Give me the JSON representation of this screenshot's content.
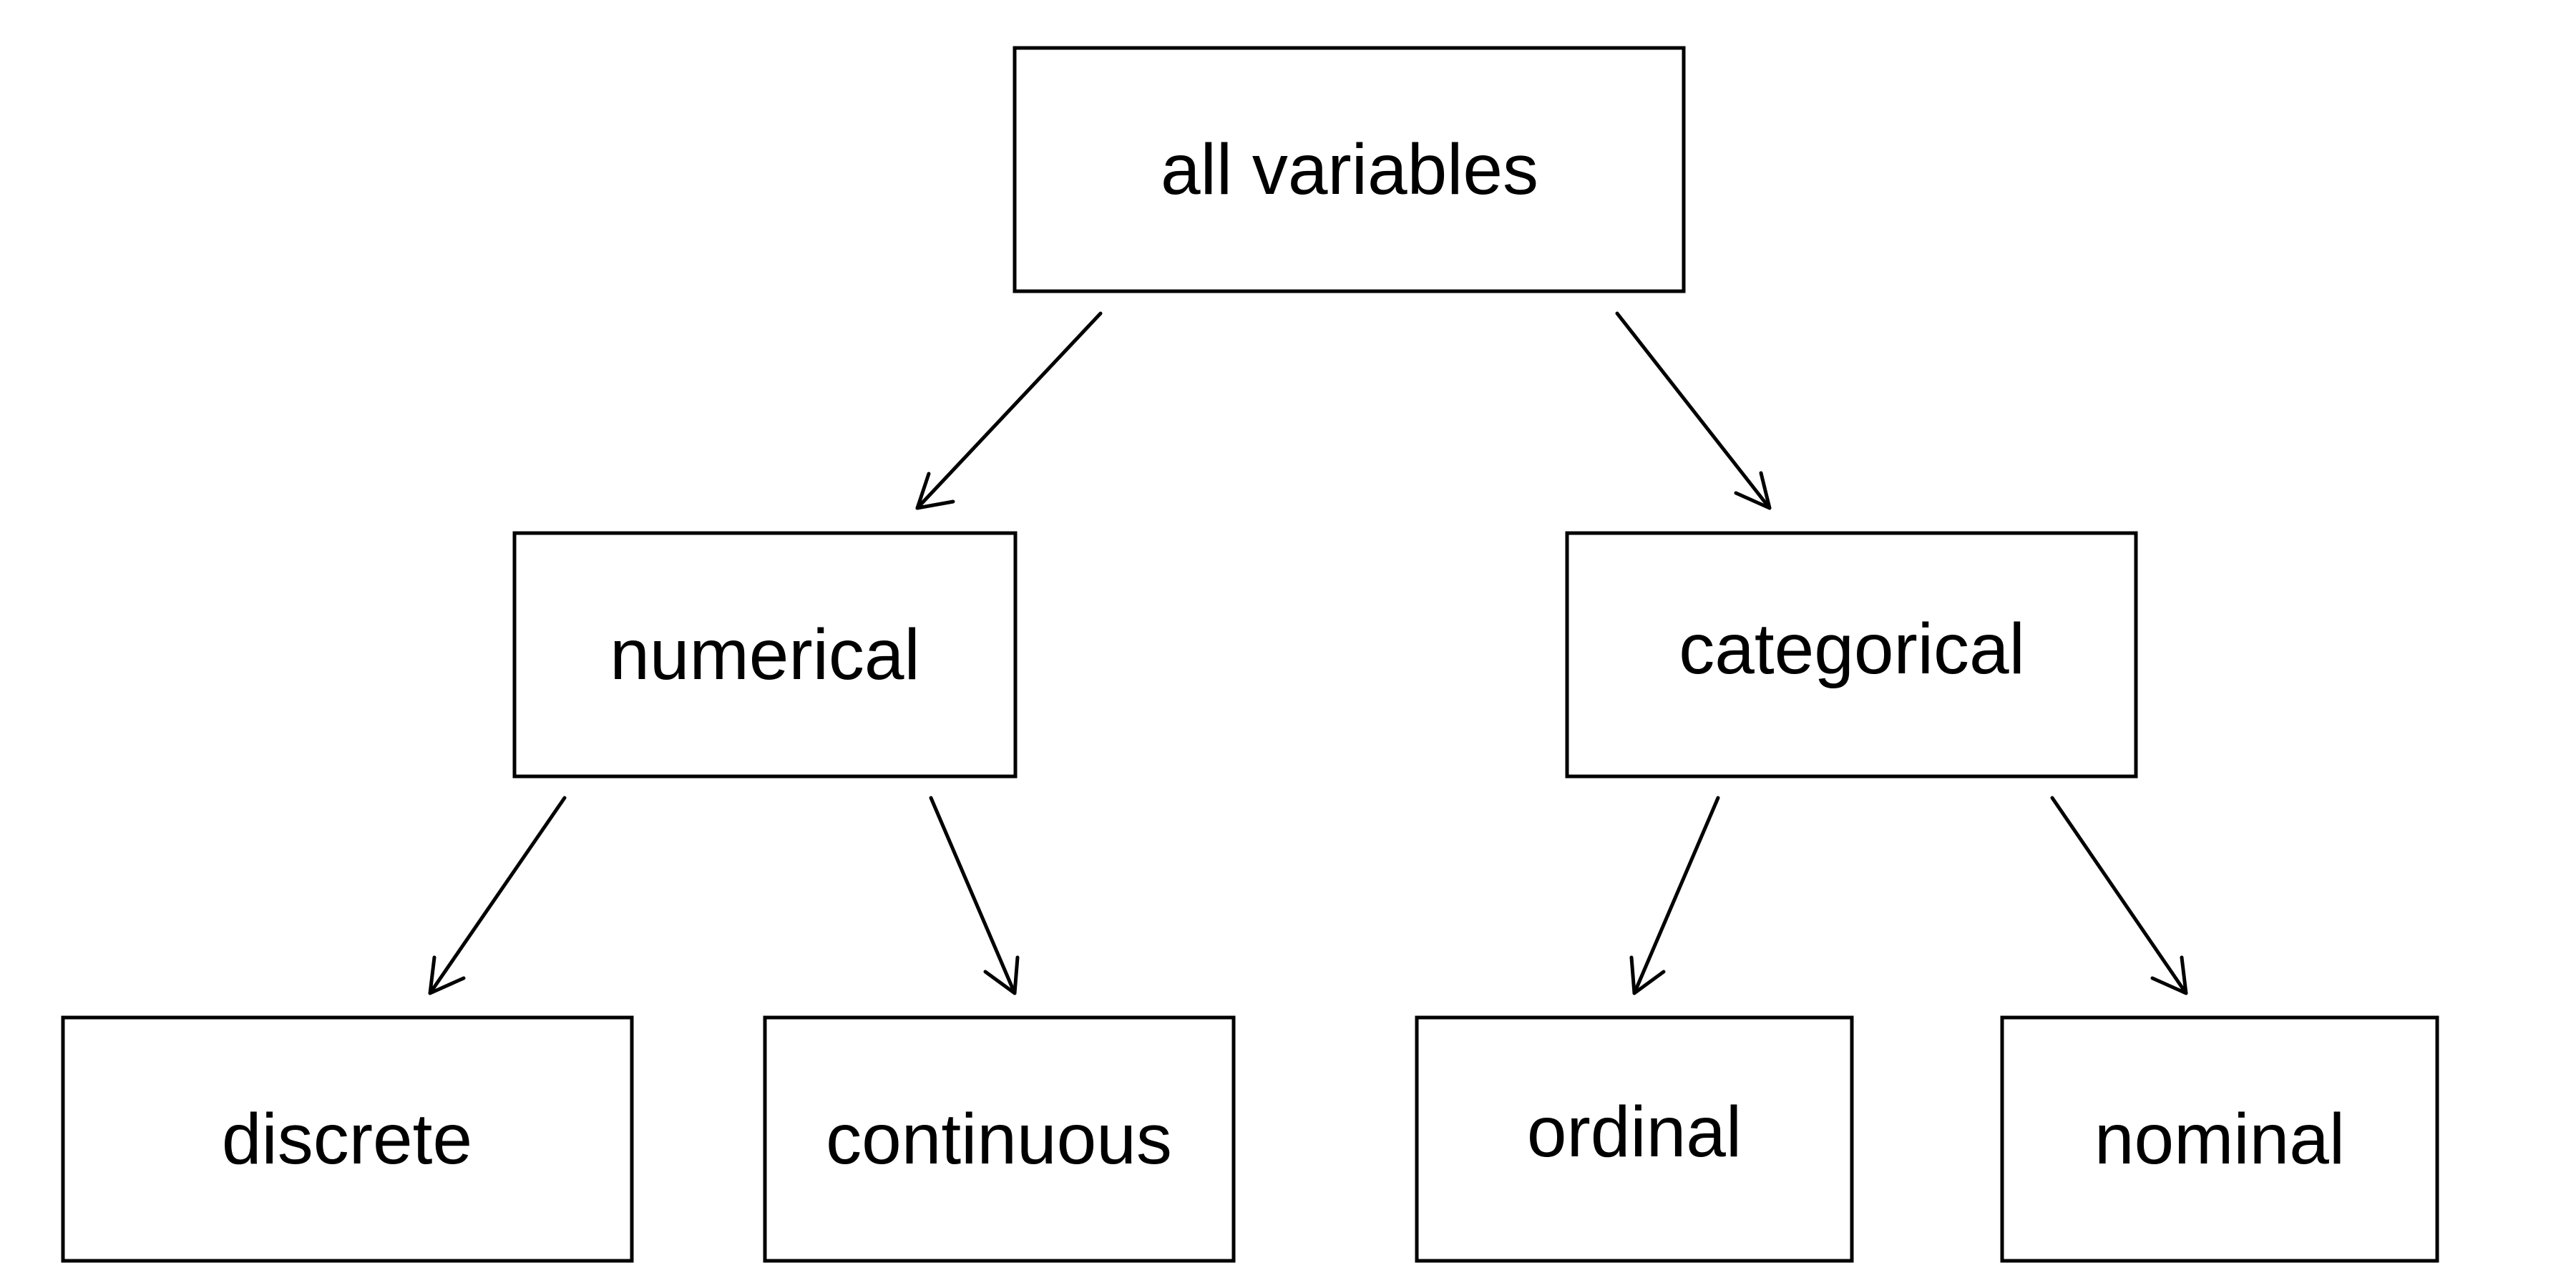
{
  "diagram": {
    "type": "tree",
    "root": {
      "label": "all variables",
      "children": [
        {
          "label": "numerical",
          "children": [
            {
              "label": "discrete"
            },
            {
              "label": "continuous"
            }
          ]
        },
        {
          "label": "categorical",
          "children": [
            {
              "label": "ordinal"
            },
            {
              "label": "nominal"
            }
          ]
        }
      ]
    }
  }
}
